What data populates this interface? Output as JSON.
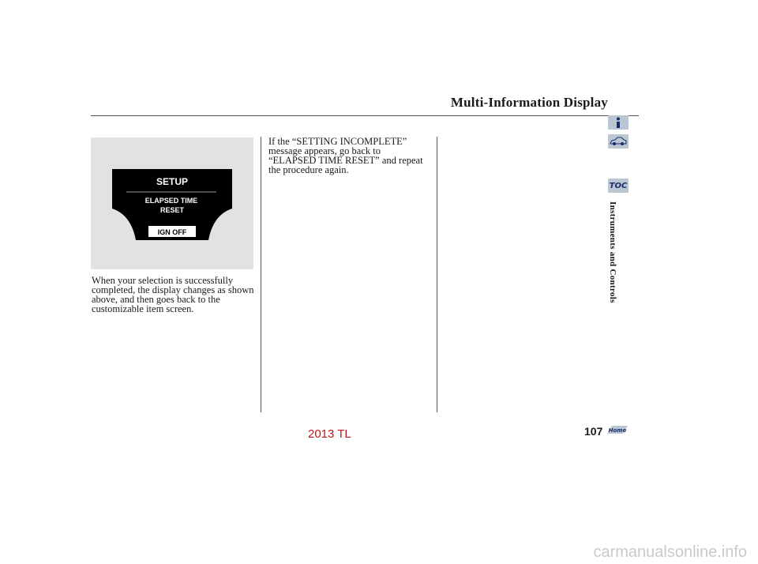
{
  "header": {
    "title": "Multi-Information Display"
  },
  "figure": {
    "screen_title": "SETUP",
    "screen_line1": "ELAPSED TIME",
    "screen_line2": "RESET",
    "screen_button": "IGN OFF"
  },
  "content": {
    "left_paragraph": "When your selection is successfully completed, the display changes as shown above, and then goes back to the customizable item screen.",
    "mid_paragraph": "If the “SETTING INCOMPLETE” message appears, go back to “ELAPSED TIME RESET” and repeat the procedure again."
  },
  "sidebar": {
    "section_label": "Instruments and Controls",
    "toc_label": "TOC",
    "info_icon": "info-icon",
    "car_icon": "car-icon"
  },
  "footer": {
    "page_number": "107",
    "home_label": "Home",
    "model_label": "2013 TL",
    "watermark": "carmanualsonline.info"
  },
  "colors": {
    "tab_bg": "#b9c7d3",
    "model_label": "#c0151c",
    "figure_bg": "#e2e2e2"
  }
}
